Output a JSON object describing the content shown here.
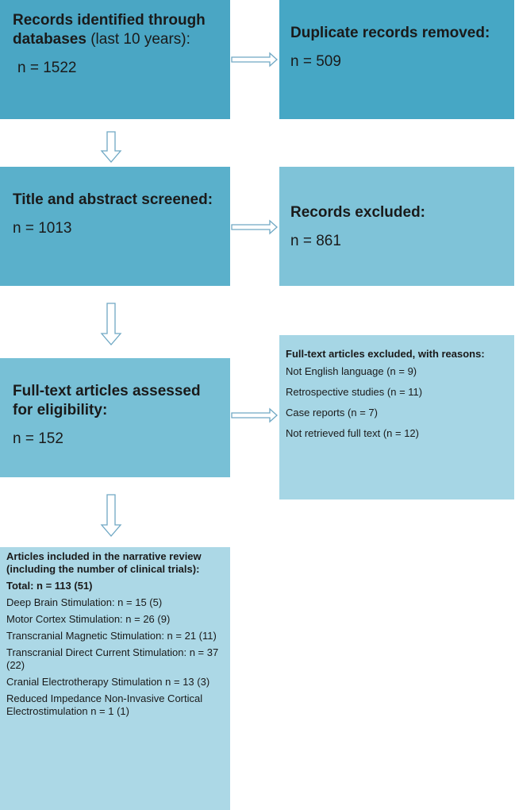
{
  "boxes": {
    "identified": {
      "title_bold": "Records identified through databases",
      "title_light": "(last 10 years):",
      "count": "n = 1522"
    },
    "duplicates": {
      "title": "Duplicate records removed:",
      "count": "n = 509"
    },
    "screened": {
      "title": "Title and abstract screened:",
      "count": "n = 1013"
    },
    "excluded": {
      "title": "Records excluded:",
      "count": "n = 861"
    },
    "fulltext": {
      "title": "Full-text articles assessed for eligibility:",
      "count": "n = 152"
    },
    "fulltext_excluded": {
      "title": "Full-text articles excluded, with reasons:",
      "reasons": [
        "Not English language (n = 9)",
        "Retrospective studies (n = 11)",
        "Case reports (n = 7)",
        "Not retrieved full text (n = 12)"
      ]
    },
    "included": {
      "title": "Articles included in the narrative review (including the number of clinical trials):",
      "total": "Total: n = 113 (51)",
      "items": [
        "Deep Brain Stimulation: n = 15 (5)",
        "Motor Cortex Stimulation: n = 26 (9)",
        "Transcranial Magnetic Stimulation: n = 21 (11)",
        "Transcranial Direct Current Stimulation: n = 37 (22)",
        "Cranial Electrotherapy Stimulation n = 13 (3)",
        "Reduced Impedance Non-Invasive Cortical Electrostimulation n = 1 (1)"
      ]
    }
  },
  "colors": {
    "box1": "#4aa6c4",
    "box2": "#46a7c5",
    "box3": "#5ab0cb",
    "box4": "#7fc3d8",
    "box5": "#78c0d6",
    "box6": "#a6d6e5",
    "box7": "#acd8e6",
    "arrow_stroke": "#6fa8c4"
  }
}
